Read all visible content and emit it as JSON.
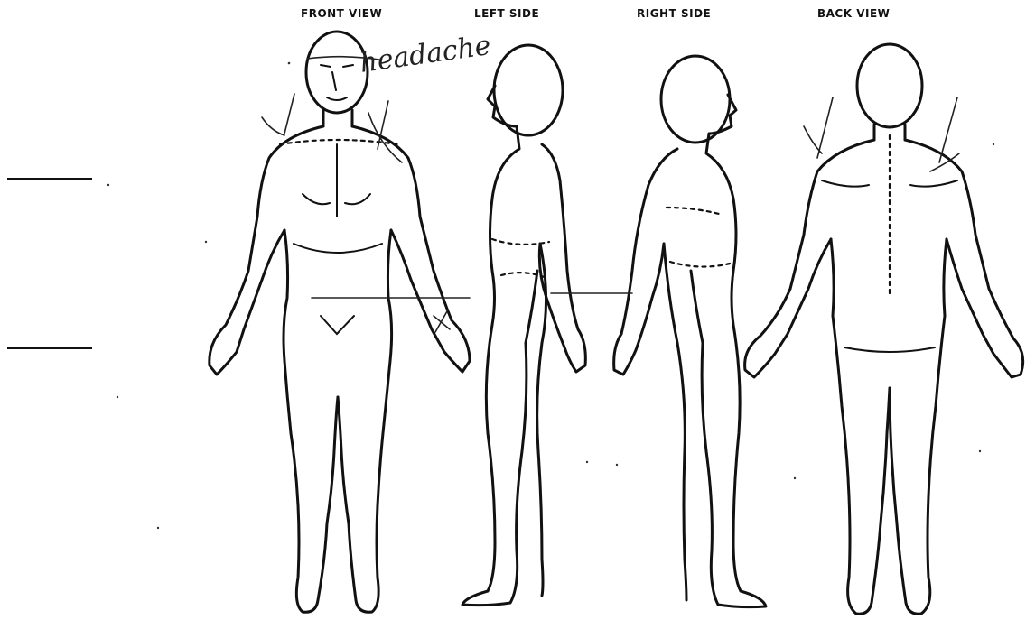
{
  "views": {
    "front": "FRONT VIEW",
    "left": "LEFT SIDE",
    "right": "RIGHT SIDE",
    "back": "BACK VIEW"
  },
  "annotation": {
    "handwritten": "headache"
  },
  "blank_lines": 2
}
